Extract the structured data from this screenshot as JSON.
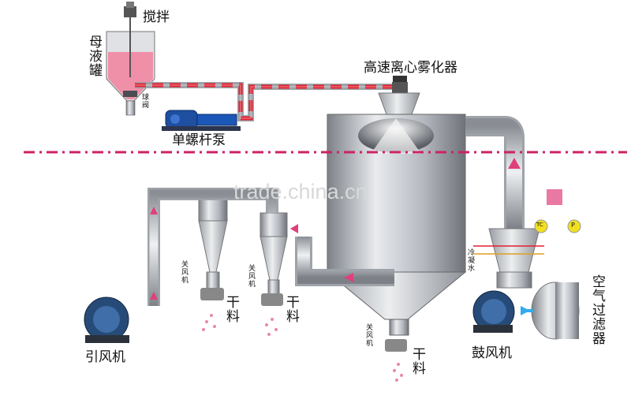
{
  "watermark": "trade.china.cn",
  "labels": {
    "stir": "搅拌",
    "mother_tank": "母液罐",
    "ball_valve": "球阀",
    "atomizer": "高速离心雾化器",
    "screw_pump": "单螺杆泵",
    "air_lock_1": "关风机",
    "air_lock_2": "关风机",
    "air_lock_3": "关风机",
    "dry_1": "干料",
    "dry_2": "干料",
    "dry_3": "干料",
    "induced_fan": "引风机",
    "blower": "鼓风机",
    "cooling_water": "冷凝水",
    "air_filter": "空气过滤器",
    "heater_gauge": "TC",
    "pressure_gauge": "P"
  },
  "colors": {
    "pipe_red": "#e02030",
    "pipe_gray": "#b9bdc3",
    "divider": "#cc2266",
    "arrow_pink": "#e0407a",
    "arrow_blue": "#33aaee",
    "liquid": "#f08fa8"
  }
}
